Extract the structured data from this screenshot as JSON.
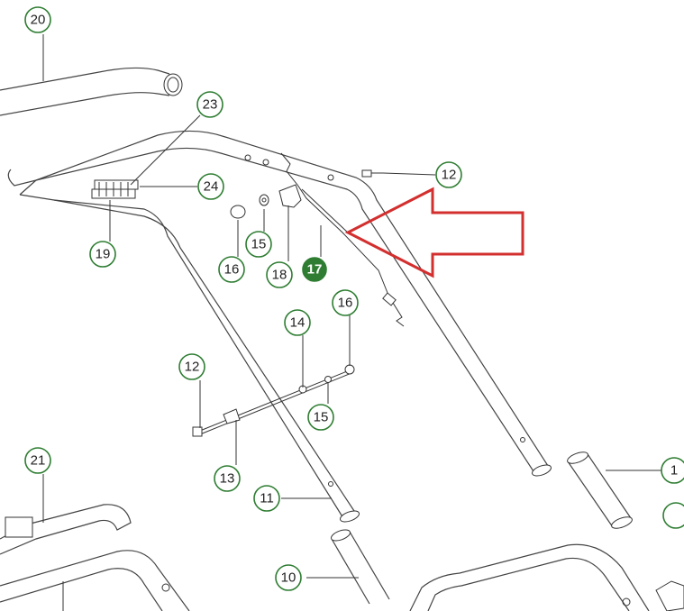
{
  "diagram": {
    "callouts": [
      {
        "id": "c20",
        "label": "20",
        "highlighted": false
      },
      {
        "id": "c23",
        "label": "23",
        "highlighted": false
      },
      {
        "id": "c24",
        "label": "24",
        "highlighted": false
      },
      {
        "id": "c19",
        "label": "19",
        "highlighted": false
      },
      {
        "id": "c12a",
        "label": "12",
        "highlighted": false
      },
      {
        "id": "c15a",
        "label": "15",
        "highlighted": false
      },
      {
        "id": "c16a",
        "label": "16",
        "highlighted": false
      },
      {
        "id": "c18",
        "label": "18",
        "highlighted": false
      },
      {
        "id": "c17",
        "label": "17",
        "highlighted": true
      },
      {
        "id": "c14",
        "label": "14",
        "highlighted": false
      },
      {
        "id": "c16b",
        "label": "16",
        "highlighted": false
      },
      {
        "id": "c12b",
        "label": "12",
        "highlighted": false
      },
      {
        "id": "c15b",
        "label": "15",
        "highlighted": false
      },
      {
        "id": "c13",
        "label": "13",
        "highlighted": false
      },
      {
        "id": "c21",
        "label": "21",
        "highlighted": false
      },
      {
        "id": "c11",
        "label": "11",
        "highlighted": false
      },
      {
        "id": "c10",
        "label": "10",
        "highlighted": false
      },
      {
        "id": "c1x",
        "label": "1",
        "highlighted": false
      }
    ],
    "colors": {
      "callout_border": "#2e7d32",
      "highlight_fill": "#2e7d32",
      "arrow": "#d32f2f",
      "line_art": "#444444"
    }
  }
}
